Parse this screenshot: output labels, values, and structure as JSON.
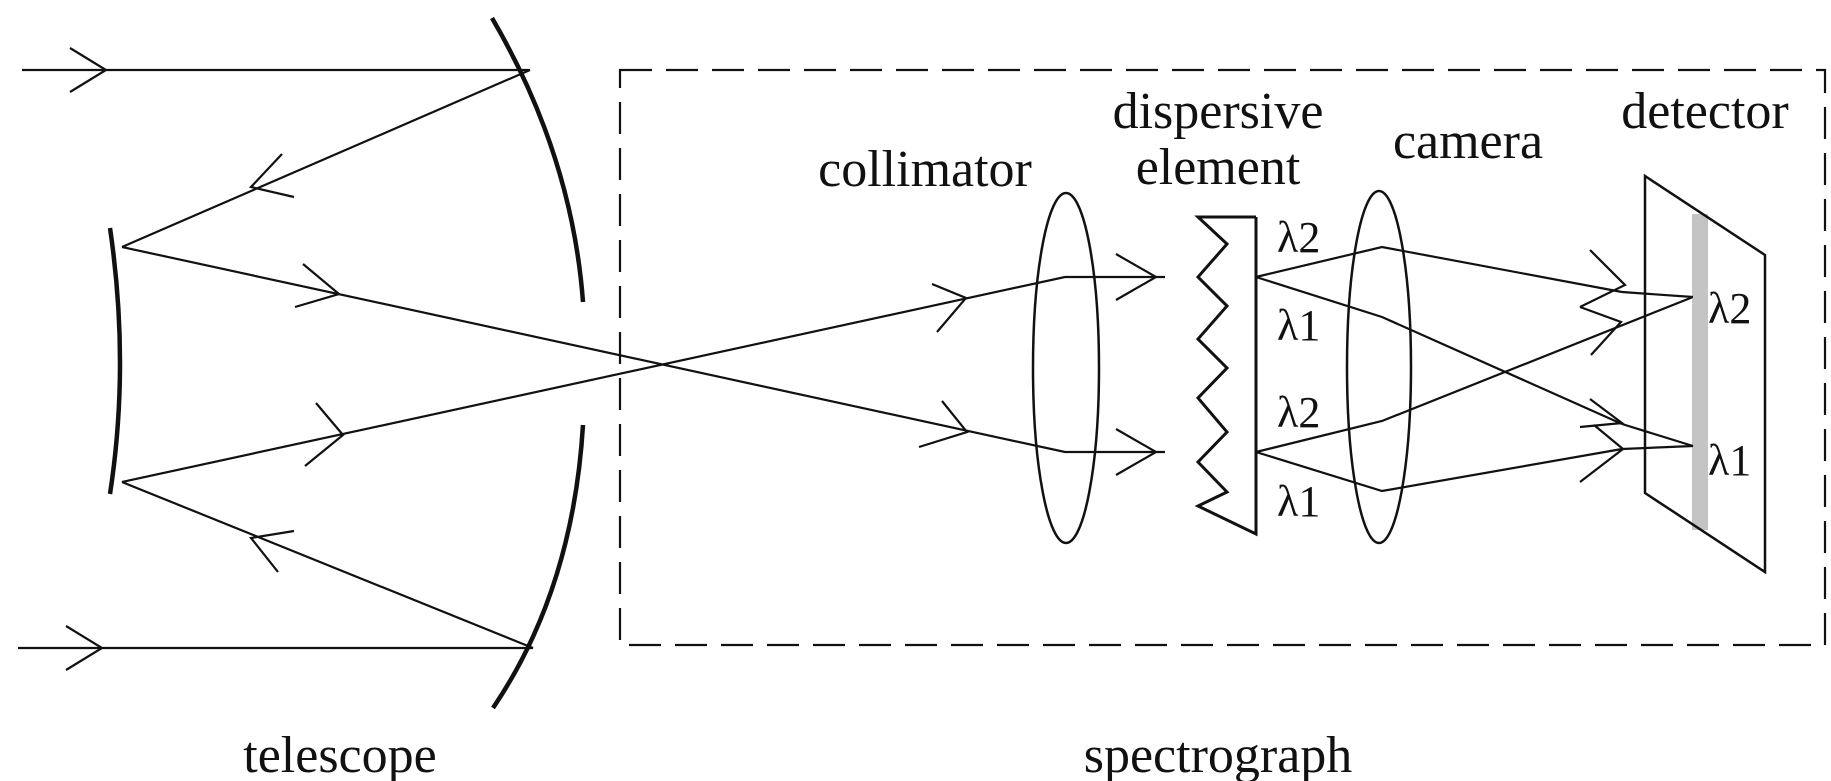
{
  "labels": {
    "telescope": "telescope",
    "spectrograph": "spectrograph",
    "collimator": "collimator",
    "dispersive_line1": "dispersive",
    "dispersive_line2": "element",
    "camera": "camera",
    "detector": "detector"
  },
  "wavelengths": {
    "lambda2": "λ2",
    "lambda1": "λ1"
  },
  "colors": {
    "line": "#111111",
    "detector_strip": "#c4c4c4",
    "background": "#ffffff"
  }
}
